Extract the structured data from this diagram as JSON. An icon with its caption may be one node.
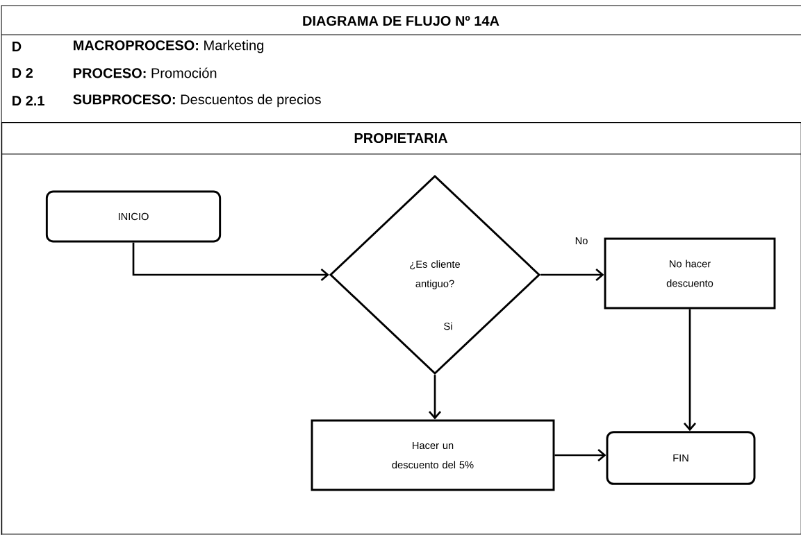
{
  "diagram": {
    "title": "DIAGRAMA DE FLUJO Nº 14A",
    "nodes": [
      {
        "text": [
          "PROPIETARIA"
        ]
      },
      {
        "text": [
          "INICIO"
        ],
        "in": 0
      },
      {
        "text": [
          "¿Es cliente antiguo?"
        ],
        "in": 0
      },
      {
        "text": [
          "No hacer descuento"
        ],
        "in": 0
      },
      {
        "text": [
          "Hacer un descuento del 5%"
        ],
        "in": 0
      },
      {
        "text": [
          "FIN"
        ],
        "in": 0
      }
    ],
    "edges": [
      {
        "from": 1,
        "to": 2,
        "arrow": "to"
      },
      {
        "from": 2,
        "to": 3,
        "arrow": "to",
        "label": "No"
      },
      {
        "from": 2,
        "to": 4,
        "arrow": "to",
        "label": "Si"
      },
      {
        "from": 3,
        "to": 5,
        "arrow": "to"
      },
      {
        "from": 4,
        "to": 5,
        "arrow": "to"
      }
    ],
    "labels": [
      "D",
      "**MACROPROCESO:** Marketing",
      "D 2",
      "**PROCESO:**  Promoción",
      "D 2.1",
      "**SUBPROCESO:** Descuentos de precios"
    ]
  }
}
